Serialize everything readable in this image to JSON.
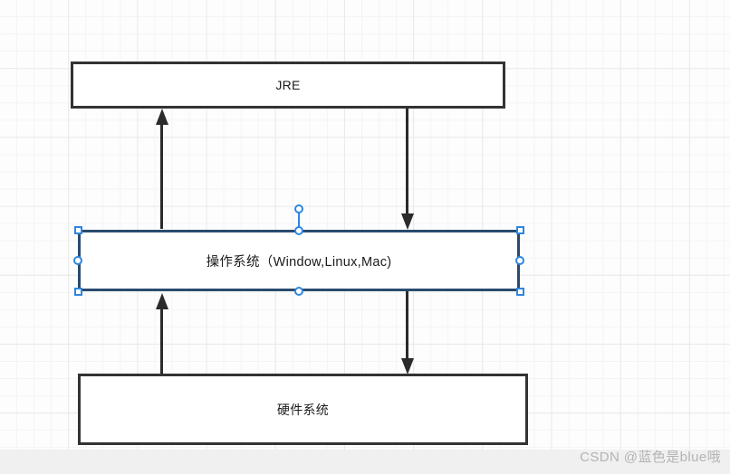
{
  "canvas": {
    "background_color": "#fdfdfd",
    "grid_minor_color": "#f4f4f4",
    "grid_major_color": "#e9e9e9",
    "bottom_band_color": "#f0f0f0"
  },
  "diagram": {
    "type": "layered-architecture",
    "nodes": [
      {
        "id": "jre",
        "label": "JRE",
        "border_color": "#333333",
        "fill_color": "#ffffff",
        "selected": false
      },
      {
        "id": "os",
        "label": "操作系统（Window,Linux,Mac)",
        "border_color": "#2a4b6e",
        "fill_color": "#ffffff",
        "selected": true
      },
      {
        "id": "hardware",
        "label": "硬件系统",
        "border_color": "#333333",
        "fill_color": "#ffffff",
        "selected": false
      }
    ],
    "connectors": [
      {
        "id": "os-to-jre",
        "from": "os",
        "to": "jre",
        "direction": "up",
        "color": "#2b2b2b"
      },
      {
        "id": "jre-to-os",
        "from": "jre",
        "to": "os",
        "direction": "down",
        "color": "#2b2b2b"
      },
      {
        "id": "hardware-to-os",
        "from": "hardware",
        "to": "os",
        "direction": "up",
        "color": "#2b2b2b"
      },
      {
        "id": "os-to-hardware",
        "from": "os",
        "to": "hardware",
        "direction": "down",
        "color": "#2b2b2b"
      }
    ]
  },
  "selection": {
    "accent_color": "#2f86e0",
    "handle_fill": "#ffffff",
    "handles": [
      "top-left",
      "top-center",
      "top-right",
      "middle-left",
      "middle-right",
      "bottom-left",
      "bottom-center",
      "bottom-right",
      "rotation"
    ]
  },
  "watermark": {
    "text": "CSDN @蓝色是blue哦",
    "color": "#b4b4b4"
  }
}
